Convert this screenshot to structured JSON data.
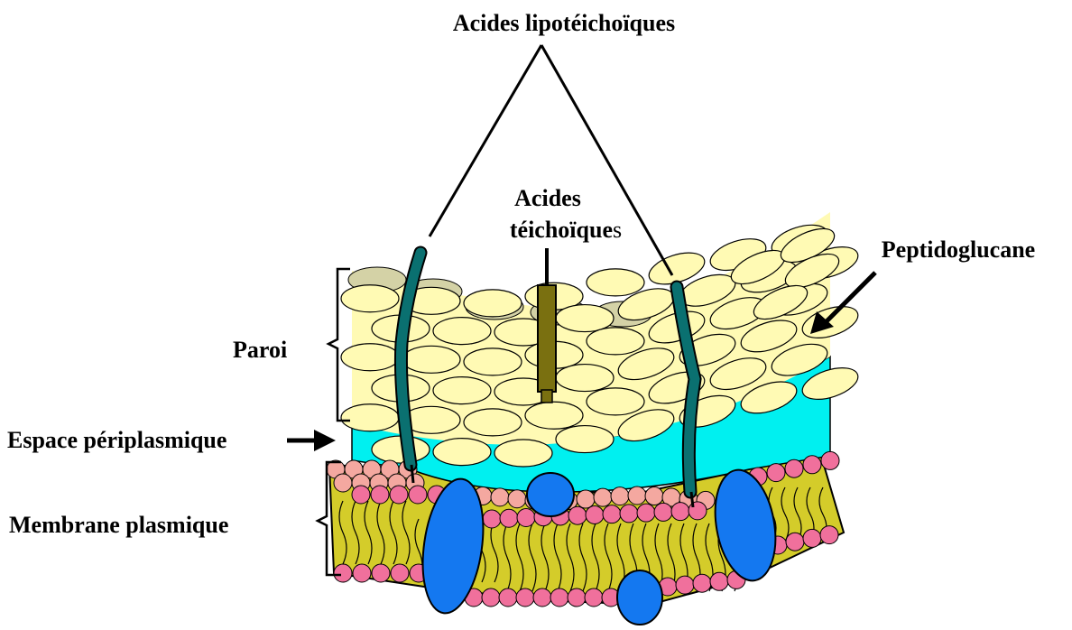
{
  "labels": {
    "lipoteichoic": "Acides lipotéichoïques",
    "teichoic_line1": "Acides",
    "teichoic_line2_bold": "téichoïque",
    "teichoic_line2_end": "s",
    "peptidoglycan": "Peptidoglucane",
    "wall": "Paroi",
    "periplasmic": "Espace périplasmique",
    "membrane": "Membrane plasmique"
  },
  "colors": {
    "peptidoglycan_fill": "#FFFAB4",
    "peptidoglycan_back": "#D4D2A6",
    "periplasm": "#00F0F0",
    "lipid_head": "#F4A8A0",
    "lipid_head_front": "#F0709C",
    "lipid_tail_fill": "#D4CC2A",
    "protein": "#1478F0",
    "lipoteichoic_rod": "#0A7070",
    "teichoic_rod": "#7A7010"
  }
}
